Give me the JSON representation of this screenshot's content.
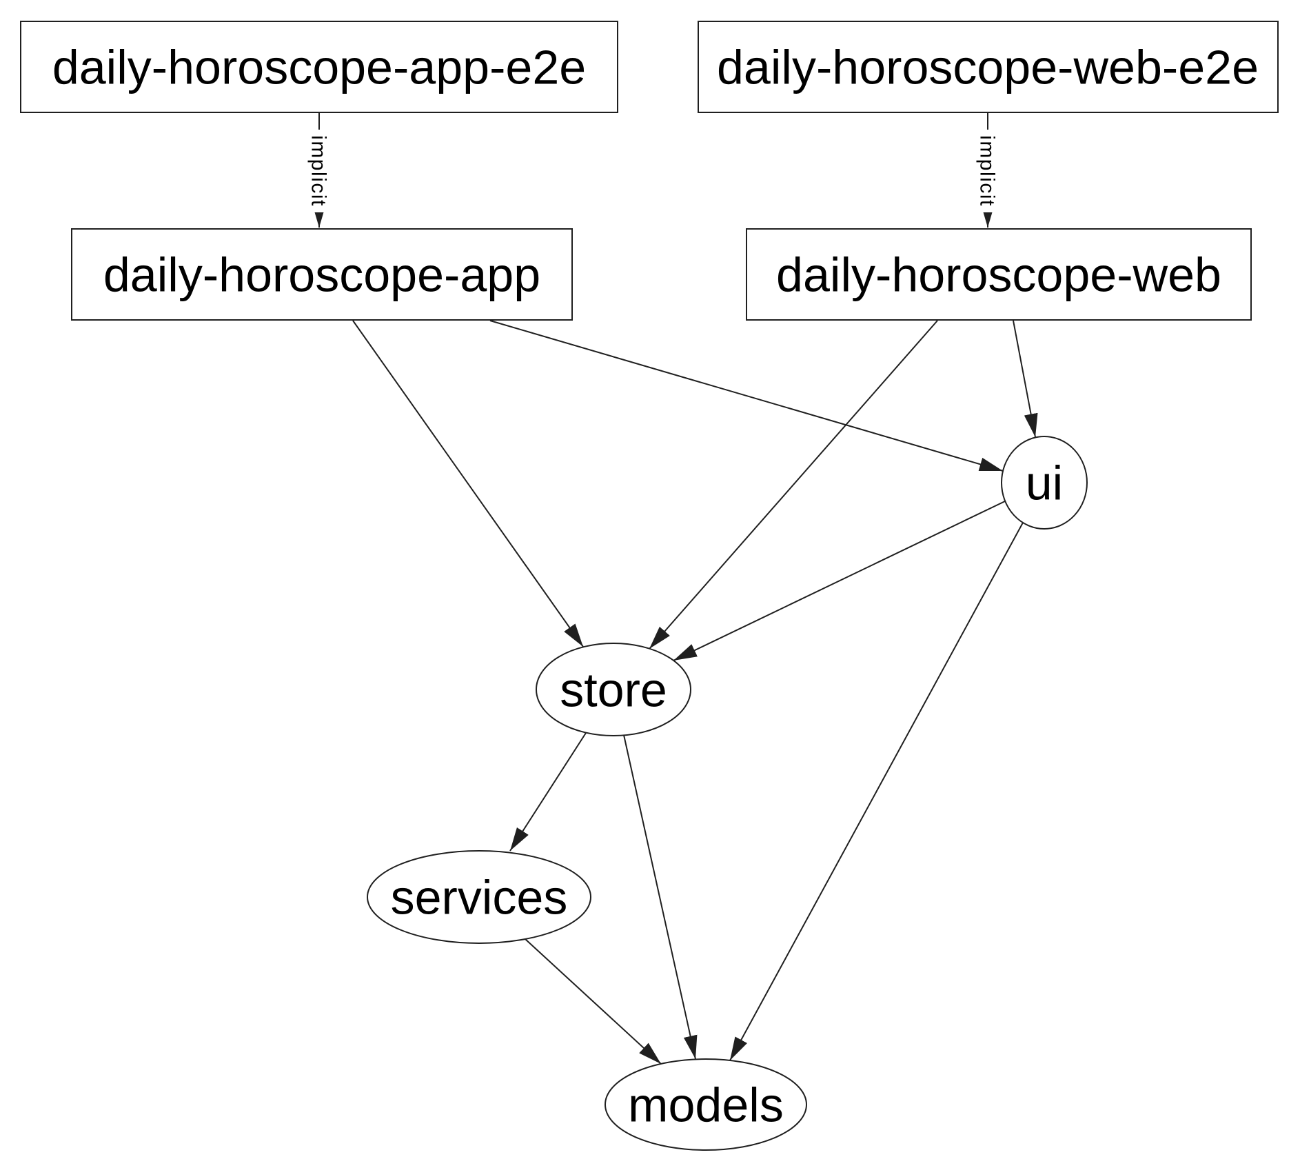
{
  "graph": {
    "nodes": [
      {
        "id": "daily-horoscope-app-e2e",
        "label": "daily-horoscope-app-e2e",
        "shape": "rectangle"
      },
      {
        "id": "daily-horoscope-web-e2e",
        "label": "daily-horoscope-web-e2e",
        "shape": "rectangle"
      },
      {
        "id": "daily-horoscope-app",
        "label": "daily-horoscope-app",
        "shape": "rectangle"
      },
      {
        "id": "daily-horoscope-web",
        "label": "daily-horoscope-web",
        "shape": "rectangle"
      },
      {
        "id": "ui",
        "label": "ui",
        "shape": "ellipse"
      },
      {
        "id": "store",
        "label": "store",
        "shape": "ellipse"
      },
      {
        "id": "services",
        "label": "services",
        "shape": "ellipse"
      },
      {
        "id": "models",
        "label": "models",
        "shape": "ellipse"
      }
    ],
    "edges": [
      {
        "from": "daily-horoscope-app-e2e",
        "to": "daily-horoscope-app",
        "label": "implicit"
      },
      {
        "from": "daily-horoscope-web-e2e",
        "to": "daily-horoscope-web",
        "label": "implicit"
      },
      {
        "from": "daily-horoscope-app",
        "to": "store",
        "label": ""
      },
      {
        "from": "daily-horoscope-app",
        "to": "ui",
        "label": ""
      },
      {
        "from": "daily-horoscope-web",
        "to": "store",
        "label": ""
      },
      {
        "from": "daily-horoscope-web",
        "to": "ui",
        "label": ""
      },
      {
        "from": "ui",
        "to": "store",
        "label": ""
      },
      {
        "from": "ui",
        "to": "models",
        "label": ""
      },
      {
        "from": "store",
        "to": "services",
        "label": ""
      },
      {
        "from": "store",
        "to": "models",
        "label": ""
      },
      {
        "from": "services",
        "to": "models",
        "label": ""
      }
    ],
    "colors": {
      "background": "#ffffff",
      "node_fill": "#ffffff",
      "stroke": "#1f1f1f",
      "text": "#000000"
    }
  }
}
